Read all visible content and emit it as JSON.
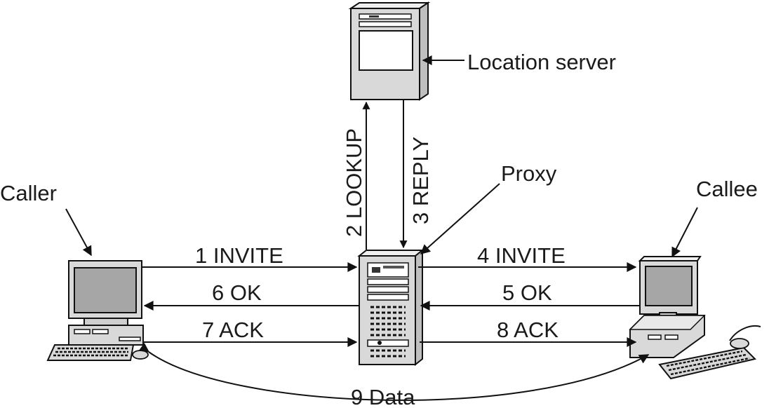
{
  "labels": {
    "location_server": "Location server",
    "proxy": "Proxy",
    "caller": "Caller",
    "callee": "Callee"
  },
  "messages": {
    "m1": "1 INVITE",
    "m2": "2 LOOKUP",
    "m3": "3 REPLY",
    "m4": "4 INVITE",
    "m5": "5 OK",
    "m6": "6 OK",
    "m7": "7 ACK",
    "m8": "8 ACK",
    "m9": "9 Data"
  },
  "colors": {
    "device_fill": "#d9d9d9",
    "screen_fill": "#a6a6a6",
    "outline": "#111111"
  }
}
